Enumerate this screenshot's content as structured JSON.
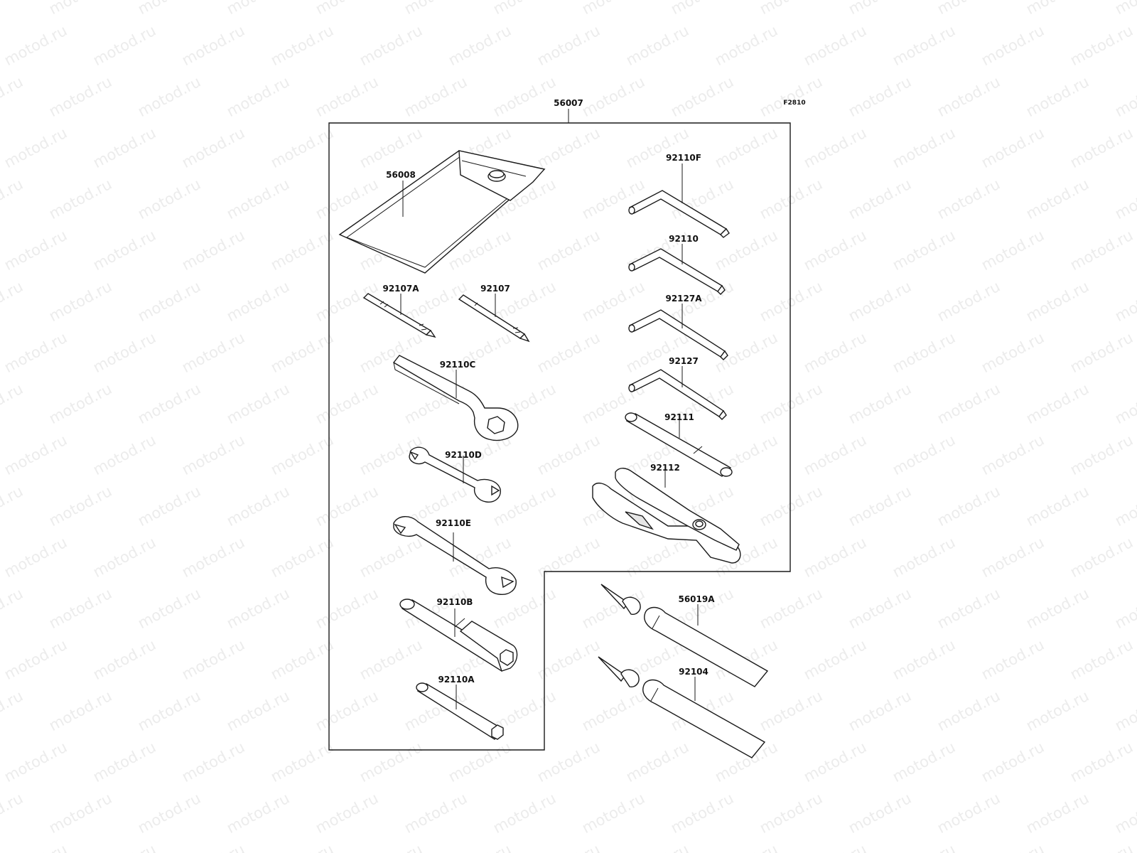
{
  "watermark": "motod.ru",
  "figure_code": "F2810",
  "kit_part": "56007",
  "parts": {
    "pouch": "56008",
    "screwdriver_a": "92107A",
    "screwdriver": "92107",
    "ring_wrench": "92110C",
    "wrench_small": "92110D",
    "wrench_large": "92110E",
    "box_wrench_b": "92110B",
    "box_wrench_a": "92110A",
    "hex_key_f": "92110F",
    "hex_key": "92110",
    "hex_key_127a": "92127A",
    "hex_key_127": "92127",
    "handle_bar": "92111",
    "pliers": "92112",
    "grease_tube_a": "56019A",
    "grease_tube": "92104"
  }
}
